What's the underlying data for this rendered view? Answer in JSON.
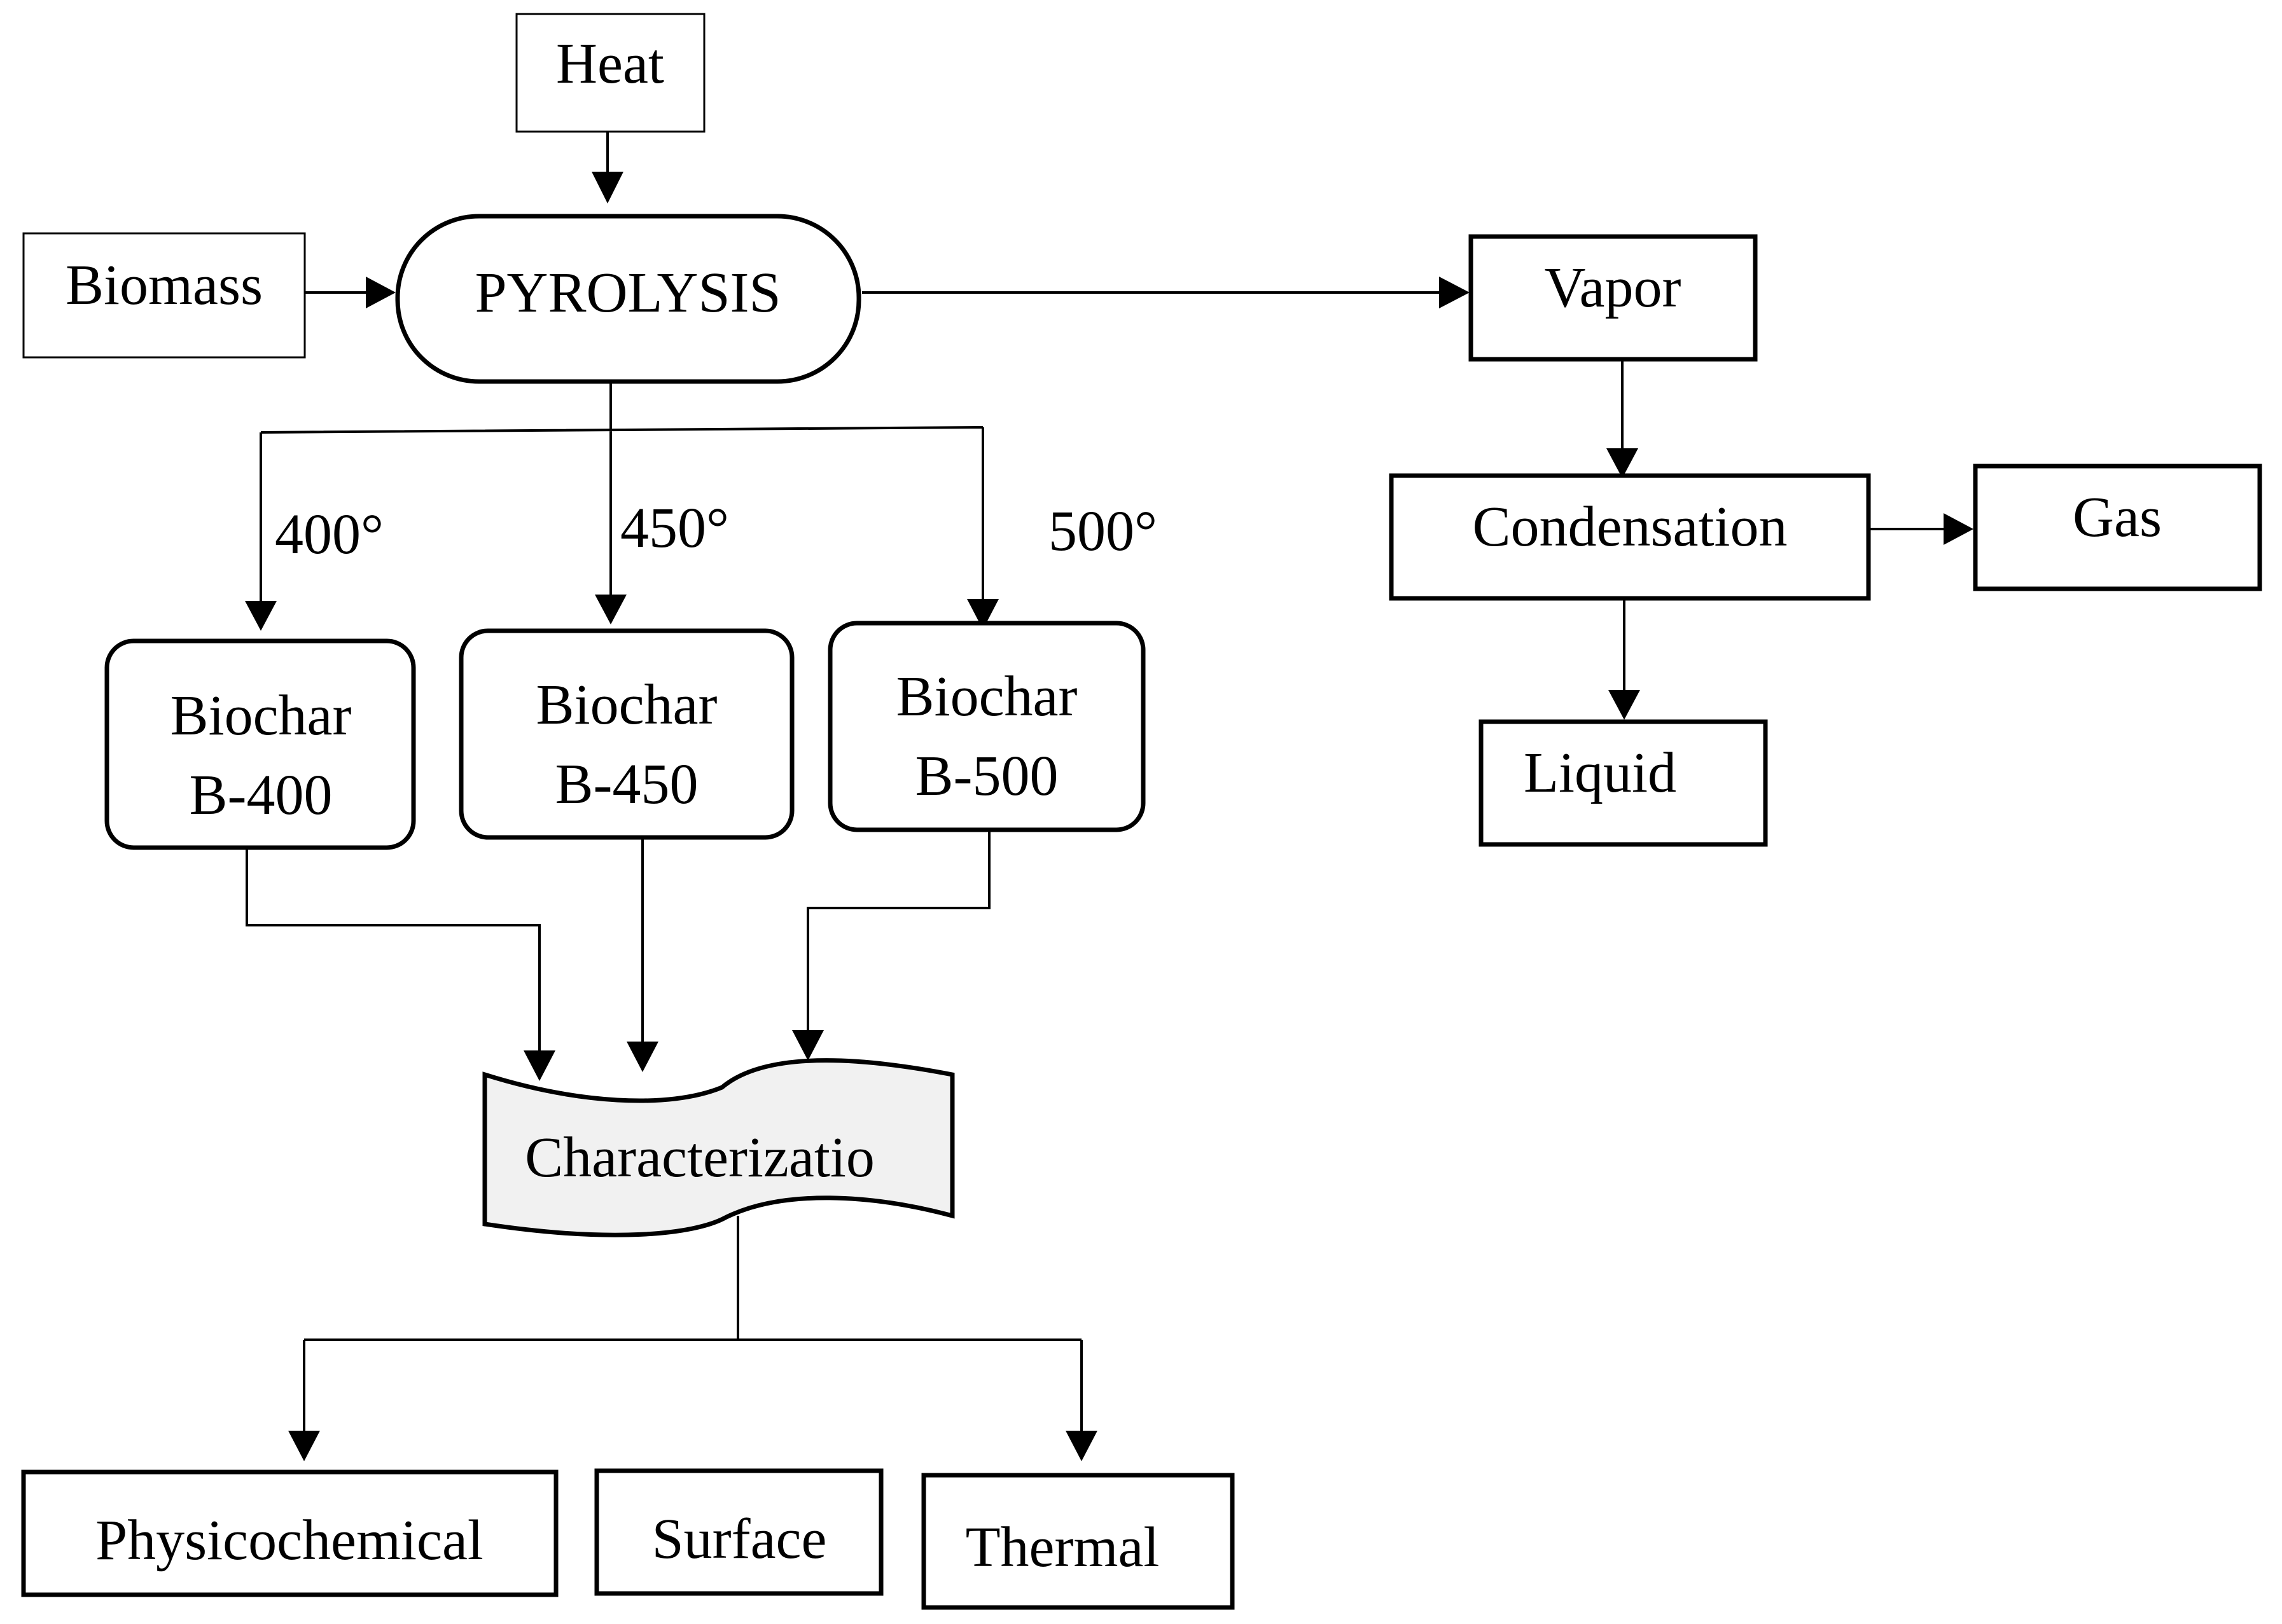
{
  "nodes": {
    "heat": "Heat",
    "biomass": "Biomass",
    "pyrolysis": "PYROLYSIS",
    "vapor": "Vapor",
    "condensation": "Condensation",
    "gas": "Gas",
    "liquid": "Liquid",
    "biochar_400": {
      "line1": "Biochar",
      "line2": "B-400"
    },
    "biochar_450": {
      "line1": "Biochar",
      "line2": "B-450"
    },
    "biochar_500": {
      "line1": "Biochar",
      "line2": "B-500"
    },
    "characterization": "Characterizatio",
    "physicochemical": "Physicochemical",
    "surface": "Surface",
    "thermal": "Thermal"
  },
  "temperatures": {
    "t400": "400°",
    "t450": "450°",
    "t500": "500°"
  }
}
